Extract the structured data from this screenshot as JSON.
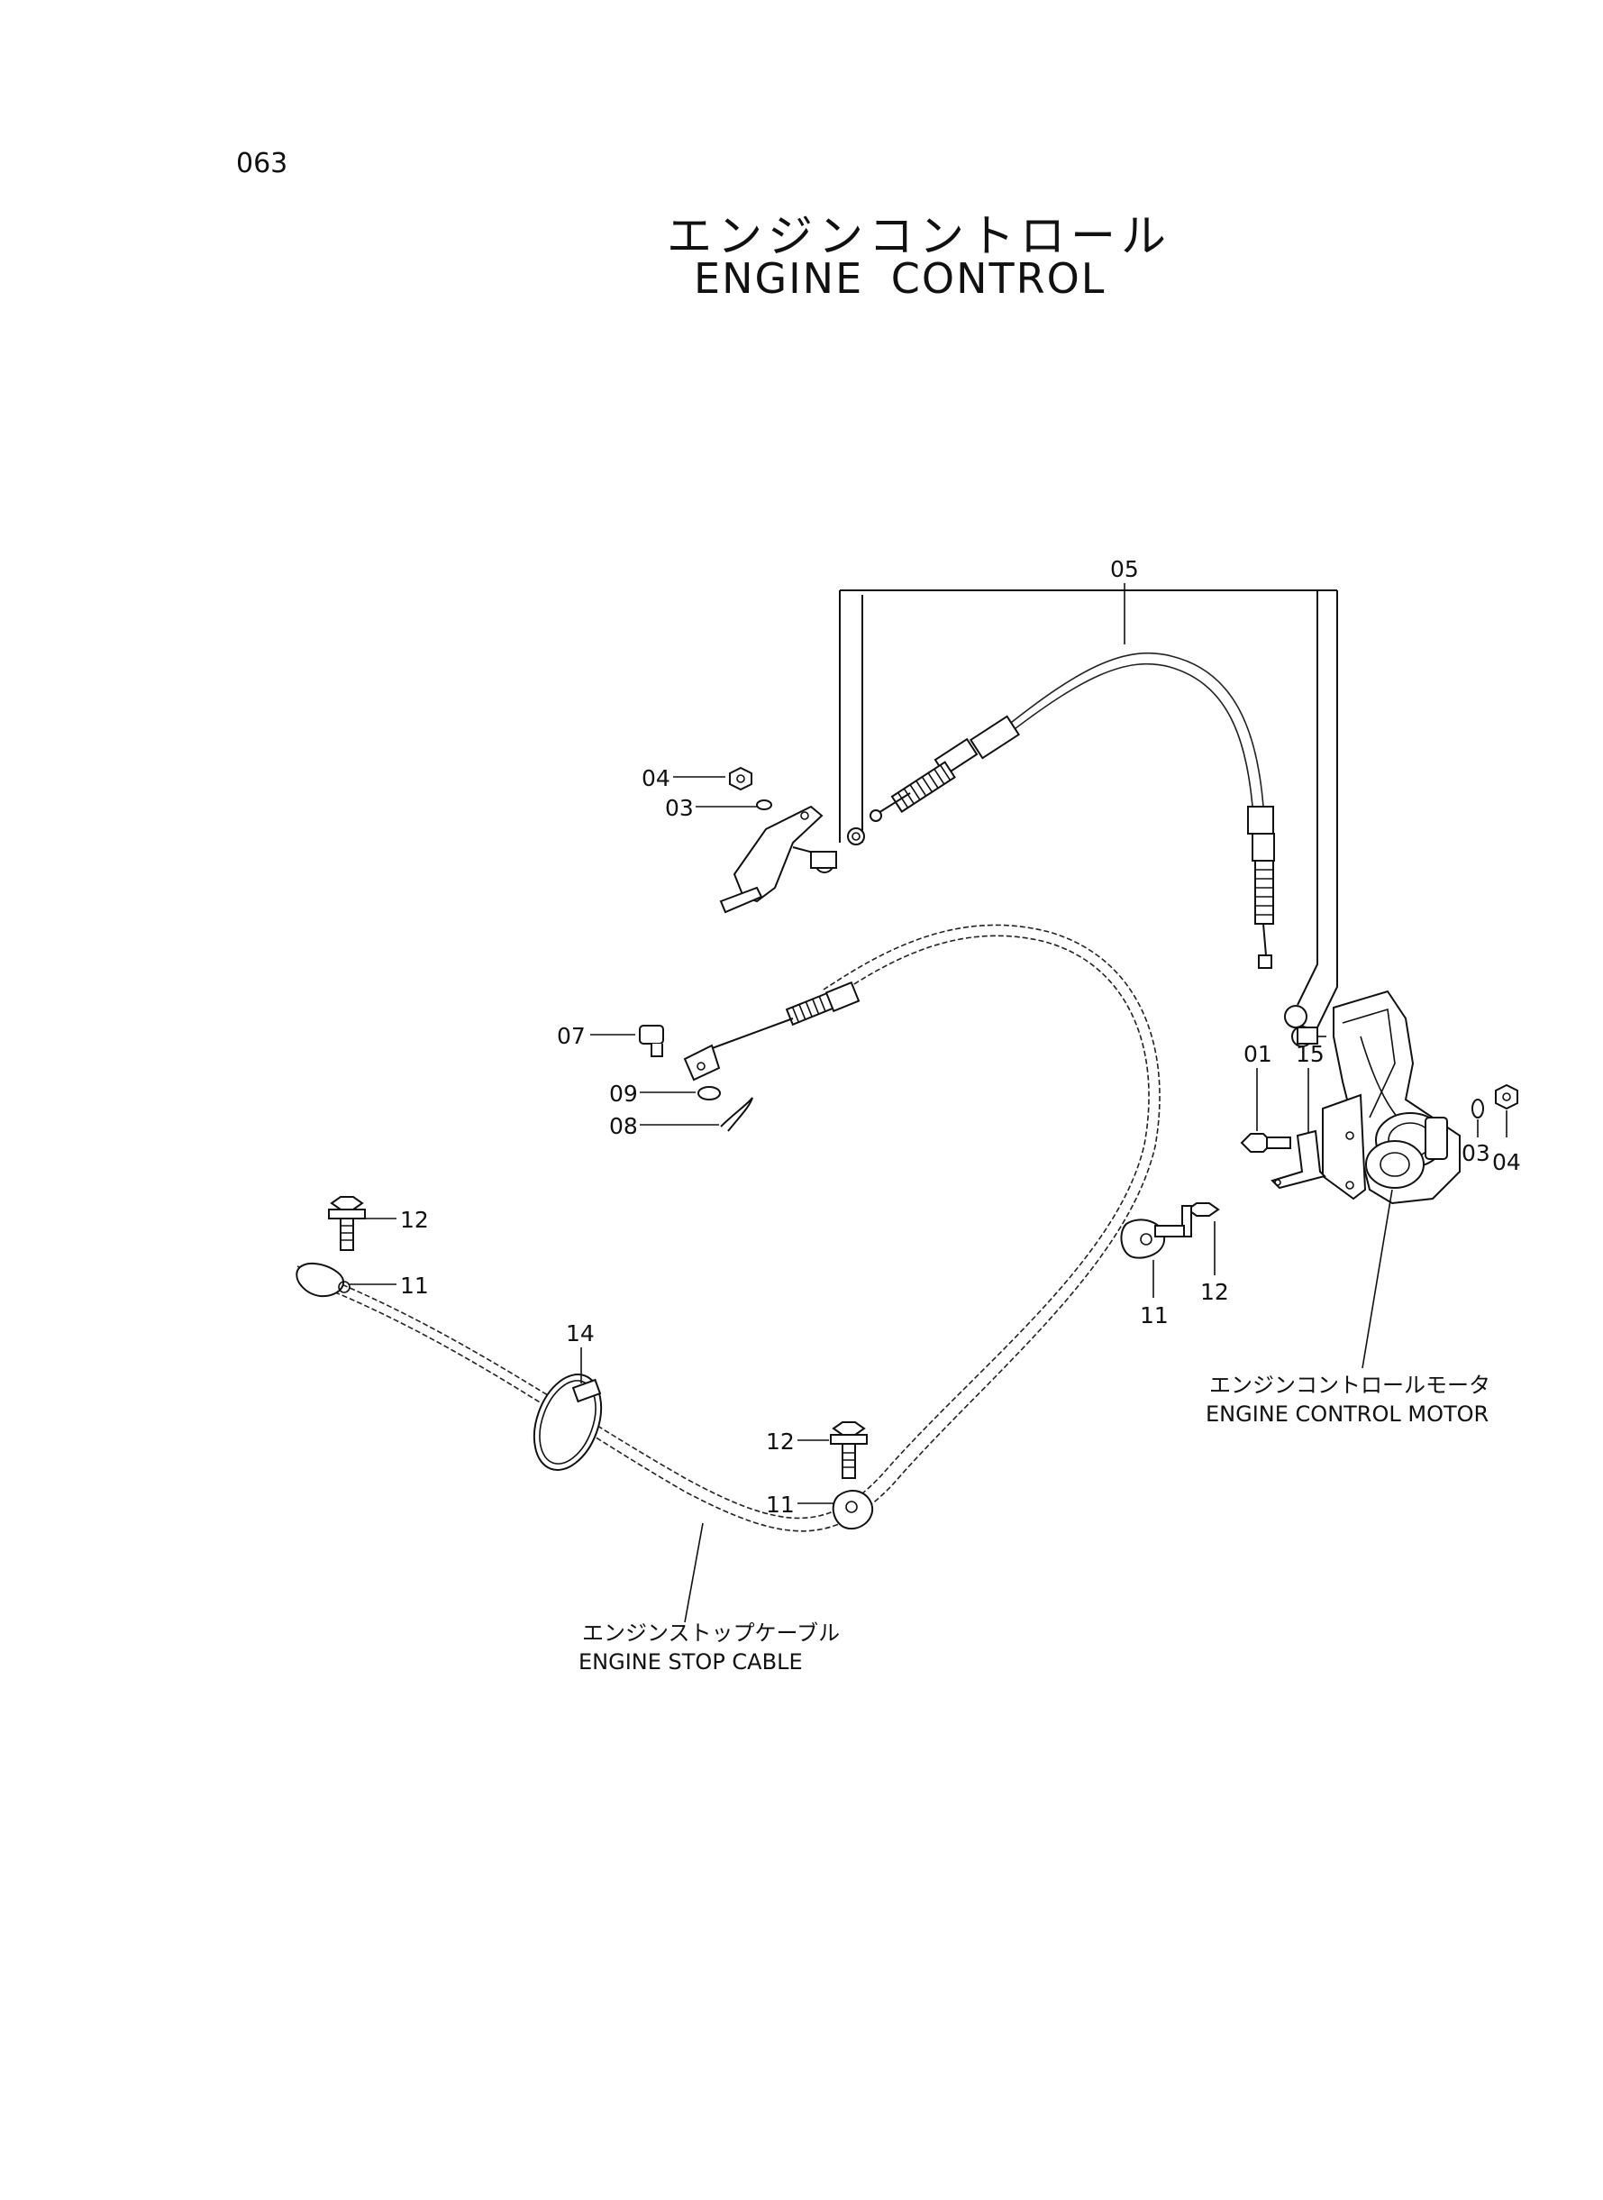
{
  "page": {
    "number": "063"
  },
  "title": {
    "jp": "エンジンコントロール",
    "en": "ENGINE  CONTROL"
  },
  "parts": {
    "p01": "01",
    "p03a": "03",
    "p03b": "03",
    "p04a": "04",
    "p04b": "04",
    "p05": "05",
    "p07": "07",
    "p08": "08",
    "p09": "09",
    "p11a": "11",
    "p11b": "11",
    "p11c": "11",
    "p12a": "12",
    "p12b": "12",
    "p12c": "12",
    "p14": "14",
    "p15": "15"
  },
  "captions": {
    "motor_jp": "エンジンコントロールモータ",
    "motor_en": "ENGINE CONTROL MOTOR",
    "stop_jp": "エンジンストップケーブル",
    "stop_en": "ENGINE STOP CABLE"
  }
}
